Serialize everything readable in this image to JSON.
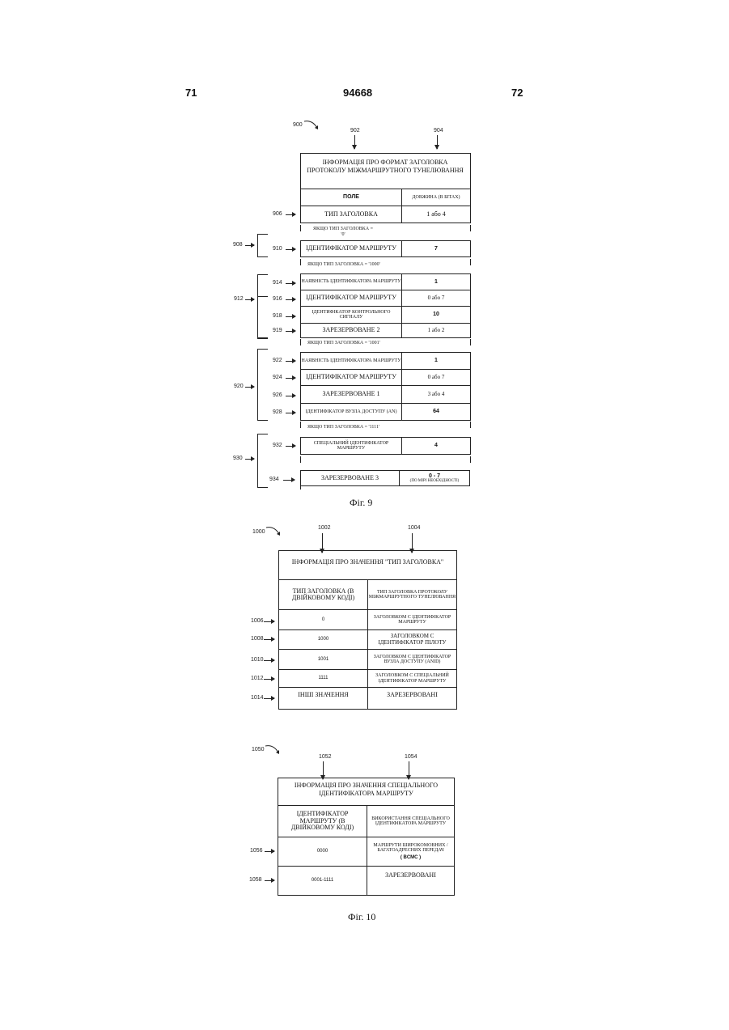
{
  "page": {
    "left_number": "71",
    "center_number": "94668",
    "right_number": "72"
  },
  "fig9": {
    "ref": "900",
    "col1_ref": "902",
    "col2_ref": "904",
    "title": "ІНФОРМАЦІЯ ПРО ФОРМАТ ЗАГОЛОВКА ПРОТОКОЛУ МІЖМАРШРУТНОГО ТУНЕЛЮВАННЯ",
    "col_field": "ПОЛЕ",
    "col_length": "ДОВЖИНА (В БІТАХ)",
    "r906": {
      "ref": "906",
      "field": "ТИП ЗАГОЛОВКА",
      "len": "1 або 4"
    },
    "note0": "ЯКЩО ТИП ЗАГОЛОВКА = '0'",
    "g908": "908",
    "r910": {
      "ref": "910",
      "field": "ІДЕНТИФІКАТОР МАРШРУТУ",
      "len": "7"
    },
    "note1000": "ЯКЩО ТИП ЗАГОЛОВКА = '1000'",
    "g912": "912",
    "r914": {
      "ref": "914",
      "field": "НАЯВНІСТЬ ІДЕНТИФІКАТОРА МАРШРУТУ",
      "len": "1"
    },
    "r916": {
      "ref": "916",
      "field": "ІДЕНТИФІКАТОР МАРШРУТУ",
      "len": "0 або 7"
    },
    "r918": {
      "ref": "918",
      "field": "ІДЕНТИФІКАТОР КОНТРОЛЬНОГО СИГНАЛУ",
      "len": "10"
    },
    "r919": {
      "ref": "919",
      "field": "ЗАРЕЗЕРВОВАНЕ 2",
      "len": "1 або 2"
    },
    "note1001": "ЯКЩО ТИП ЗАГОЛОВКА = '1001'",
    "g920": "920",
    "r922": {
      "ref": "922",
      "field": "НАЯВНІСТЬ ІДЕНТИФІКАТОРА МАРШРУТУ",
      "len": "1"
    },
    "r924": {
      "ref": "924",
      "field": "ІДЕНТИФІКАТОР МАРШРУТУ",
      "len": "0 або 7"
    },
    "r926": {
      "ref": "926",
      "field": "ЗАРЕЗЕРВОВАНЕ 1",
      "len": "3 або 4"
    },
    "r928": {
      "ref": "928",
      "field": "ІДЕНТИФІКАТОР ВУЗЛА ДОСТУПУ (AN)",
      "len": "64"
    },
    "note1111": "ЯКЩО ТИП ЗАГОЛОВКА = '1111'",
    "g930": "930",
    "r932": {
      "ref": "932",
      "field": "СПЕЦІАЛЬНИЙ ІДЕНТИФІКАТОР МАРШРУТУ",
      "len": "4"
    },
    "r934": {
      "ref": "934",
      "field": "ЗАРЕЗЕРВОВАНЕ 3",
      "len": "0 - 7",
      "len_note": "(ПО МІРІ НЕОБХІДНОСТІ)"
    },
    "caption": "Фіг. 9"
  },
  "fig10a": {
    "ref": "1000",
    "col1_ref": "1002",
    "col2_ref": "1004",
    "title": "ІНФОРМАЦІЯ ПРО ЗНАЧЕННЯ \"ТИП ЗАГОЛОВКА\"",
    "h1": "ТИП ЗАГОЛОВКА (В ДВІЙКОВОМУ КОДІ)",
    "h2": "ТИП ЗАГОЛОВКА ПРОТОКОЛУ МІЖМАРШРУТНОГО ТУНЕЛЮВАННЯ",
    "rows": [
      {
        "ref": "1006",
        "code": "0",
        "desc": "ЗАГОЛОВКОМ С ІДЕНТИФІКАТОР МАРШРУТУ"
      },
      {
        "ref": "1008",
        "code": "1000",
        "desc": "ЗАГОЛОВКОМ С ІДЕНТИФІКАТОР ПІЛОТУ"
      },
      {
        "ref": "1010",
        "code": "1001",
        "desc": "ЗАГОЛОВКОМ С ІДЕНТИФІКАТОР ВУЗЛА ДОСТУПУ (ANID)"
      },
      {
        "ref": "1012",
        "code": "1111",
        "desc": "ЗАГОЛОВКОМ С СПЕЦІАЛЬНИЙ ІДЕНТИФІКАТОР МАРШРУТУ"
      },
      {
        "ref": "1014",
        "code": "ІНШІ ЗНАЧЕННЯ",
        "desc": "ЗАРЕЗЕРВОВАНІ"
      }
    ]
  },
  "fig10b": {
    "ref": "1050",
    "col1_ref": "1052",
    "col2_ref": "1054",
    "title": "ІНФОРМАЦІЯ ПРО ЗНАЧЕННЯ СПЕЦІАЛЬНОГО ІДЕНТИФІКАТОРА МАРШРУТУ",
    "h1": "ІДЕНТИФІКАТОР МАРШРУТУ (В ДВІЙКОВОМУ КОДІ)",
    "h2": "ВИКОРИСТАННЯ СПЕЦІАЛЬНОГО ІДЕНТИФІКАТОРА МАРШРУТУ",
    "rows": [
      {
        "ref": "1056",
        "code": "0000",
        "desc": "МАРШРУТИ ШИРОКОМОВНИХ / БАГАТОАДРЕСНИХ ПЕРЕДАЧ",
        "desc2": "( BCMC )"
      },
      {
        "ref": "1058",
        "code": "0001-1111",
        "desc": "ЗАРЕЗЕРВОВАНІ"
      }
    ],
    "caption": "Фіг. 10"
  }
}
